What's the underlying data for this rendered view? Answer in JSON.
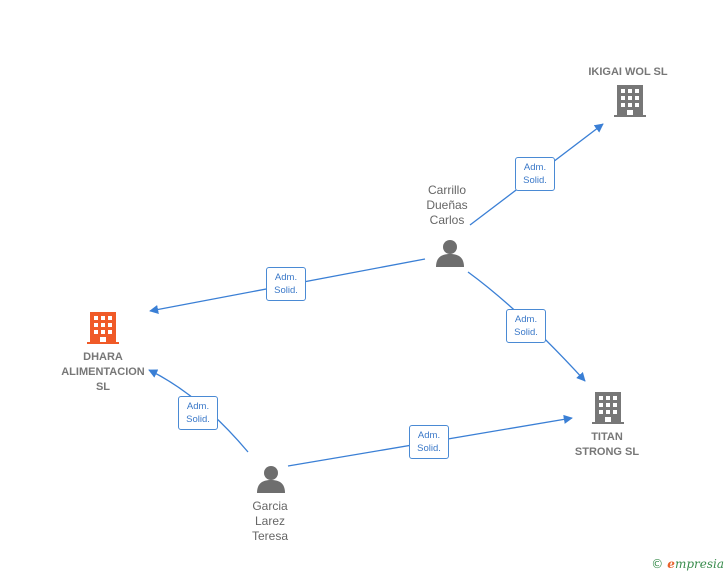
{
  "nodes": {
    "ikigai": {
      "label": "IKIGAI WOL  SL",
      "type": "company"
    },
    "carrillo": {
      "label": "Carrillo\nDueñas\nCarlos",
      "type": "person"
    },
    "dhara": {
      "label": "DHARA\nALIMENTACION\nSL",
      "type": "company",
      "highlight": true
    },
    "titan": {
      "label": "TITAN\nSTRONG  SL",
      "type": "company"
    },
    "garcia": {
      "label": "Garcia\nLarez\nTeresa",
      "type": "person"
    }
  },
  "edges": [
    {
      "from": "carrillo",
      "to": "ikigai",
      "line1": "Adm.",
      "line2": "Solid."
    },
    {
      "from": "carrillo",
      "to": "dhara",
      "line1": "Adm.",
      "line2": "Solid."
    },
    {
      "from": "carrillo",
      "to": "titan",
      "line1": "Adm.",
      "line2": "Solid."
    },
    {
      "from": "garcia",
      "to": "dhara",
      "line1": "Adm.",
      "line2": "Solid."
    },
    {
      "from": "garcia",
      "to": "titan",
      "line1": "Adm.",
      "line2": "Solid."
    }
  ],
  "colors": {
    "edge": "#3a7fd5",
    "company": "#777777",
    "company_highlight": "#f05a28",
    "person": "#6e6e6e"
  },
  "brand": {
    "copyright": "©",
    "initial": "e",
    "name": "mpresia"
  }
}
